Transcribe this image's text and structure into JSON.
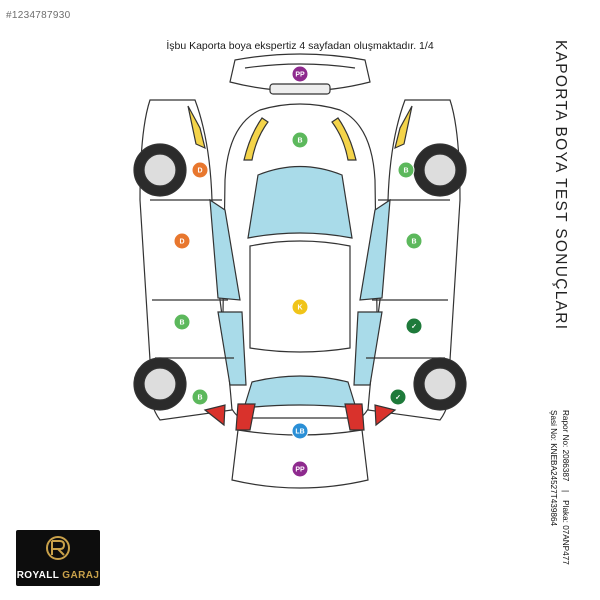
{
  "watermark": {
    "listing_id": "#1234787930"
  },
  "header": {
    "note": "İşbu Kaporta boya ekspertiz 4 sayfadan oluşmaktadır. 1/4"
  },
  "report": {
    "title": "KAPORTA BOYA TEST SONUÇLARI",
    "report_no": "Rapor No: 2086387",
    "plate": "Plaka: 07ANP477",
    "chassis": "Şasi No: KNEBA24527T439864"
  },
  "logo": {
    "name_part1": "ROYALL",
    "name_part2": "GARAJ"
  },
  "legend_colors": {
    "B": "#5cb85c",
    "D": "#e8772e",
    "K": "#f0c419",
    "LB": "#2a8fd6",
    "PP": "#8e2a8e",
    "check": "#1e7a3a"
  },
  "panels": [
    {
      "id": "front-bumper",
      "code": "PP"
    },
    {
      "id": "hood",
      "code": "B"
    },
    {
      "id": "roof",
      "code": "K"
    },
    {
      "id": "trunk",
      "code": "LB"
    },
    {
      "id": "rear-bumper",
      "code": "PP"
    },
    {
      "id": "left-front-fender",
      "code": "D"
    },
    {
      "id": "left-front-door",
      "code": "D"
    },
    {
      "id": "left-rear-door",
      "code": "B"
    },
    {
      "id": "left-rear-fender",
      "code": "B"
    },
    {
      "id": "right-front-fender",
      "code": "B"
    },
    {
      "id": "right-front-door",
      "code": "B"
    },
    {
      "id": "right-rear-door",
      "code": "check"
    },
    {
      "id": "right-rear-fender",
      "code": "check"
    }
  ]
}
